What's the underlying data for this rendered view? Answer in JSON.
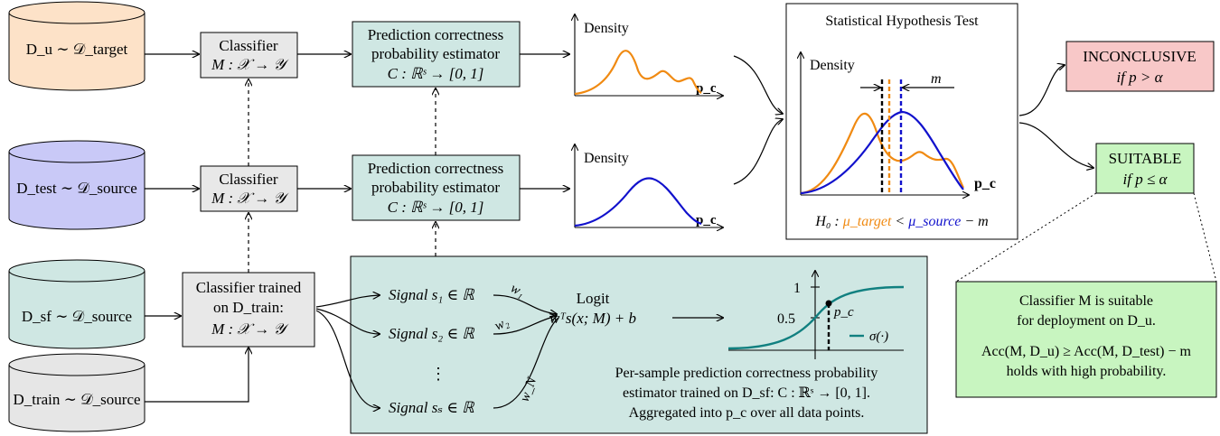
{
  "colors": {
    "target_fill": "#fde2c8",
    "test_fill": "#c9c9f7",
    "sf_fill": "#cfe7e3",
    "train_fill": "#e6e6e6",
    "classifier_fill": "#e8e8e8",
    "estimator_fill": "#cfe7e3",
    "orange_curve": "#f08a12",
    "blue_curve": "#1111cc",
    "teal_curve": "#118080",
    "inconclusive_fill": "#f8c8c8",
    "suitable_fill": "#c8f5c0",
    "conclusion_fill": "#c8f5c0"
  },
  "datasets": {
    "target": "D_u ∼ 𝒟_target",
    "test": "D_test ∼ 𝒟_source",
    "sf": "D_sf ∼ 𝒟_source",
    "train": "D_train ∼ 𝒟_source"
  },
  "classifier": {
    "title": "Classifier",
    "mapping": "M : 𝒳 → 𝒴",
    "trained_line1": "Classifier trained",
    "trained_line2": "on D_train:",
    "trained_line3": "M : 𝒳 → 𝒴"
  },
  "estimator": {
    "line1": "Prediction correctness",
    "line2": "probability estimator",
    "line3": "C : ℝˢ → [0, 1]"
  },
  "density": {
    "ylabel": "Density",
    "xlabel": "p_c"
  },
  "hypothesis": {
    "title": "Statistical Hypothesis Test",
    "margin_label": "m",
    "h0_prefix": "H₀ : ",
    "h0_target": "μ_target",
    "h0_lt": " < ",
    "h0_source": "μ_source",
    "h0_suffix": " − m"
  },
  "outcomes": {
    "inconclusive_title": "INCONCLUSIVE",
    "inconclusive_cond": "if p > α",
    "suitable_title": "SUITABLE",
    "suitable_cond": "if p ≤ α"
  },
  "signals": {
    "s1": "Signal s₁ ∈ ℝ",
    "s2": "Signal s₂ ∈ ℝ",
    "ss": "Signal sₛ ∈ ℝ",
    "dots": "⋮",
    "w1": "w₁",
    "w2": "w₂",
    "wN": "w_N",
    "logit_title": "Logit",
    "logit_formula": "wᵀs(x; M) + b"
  },
  "sigmoid": {
    "one": "1",
    "half": "0.5",
    "pc": "p_c",
    "legend": "σ(·)"
  },
  "training_caption": {
    "line1": "Per-sample prediction correctness probability",
    "line2": "estimator trained on D_sf: C : ℝˢ → [0, 1].",
    "line3": "Aggregated into p_c over all data points."
  },
  "conclusion": {
    "line1": "Classifier M is suitable",
    "line2": "for deployment on D_u.",
    "line3": "Acc(M, D_u) ≥ Acc(M, D_test) − m",
    "line4": "holds with high probability."
  }
}
